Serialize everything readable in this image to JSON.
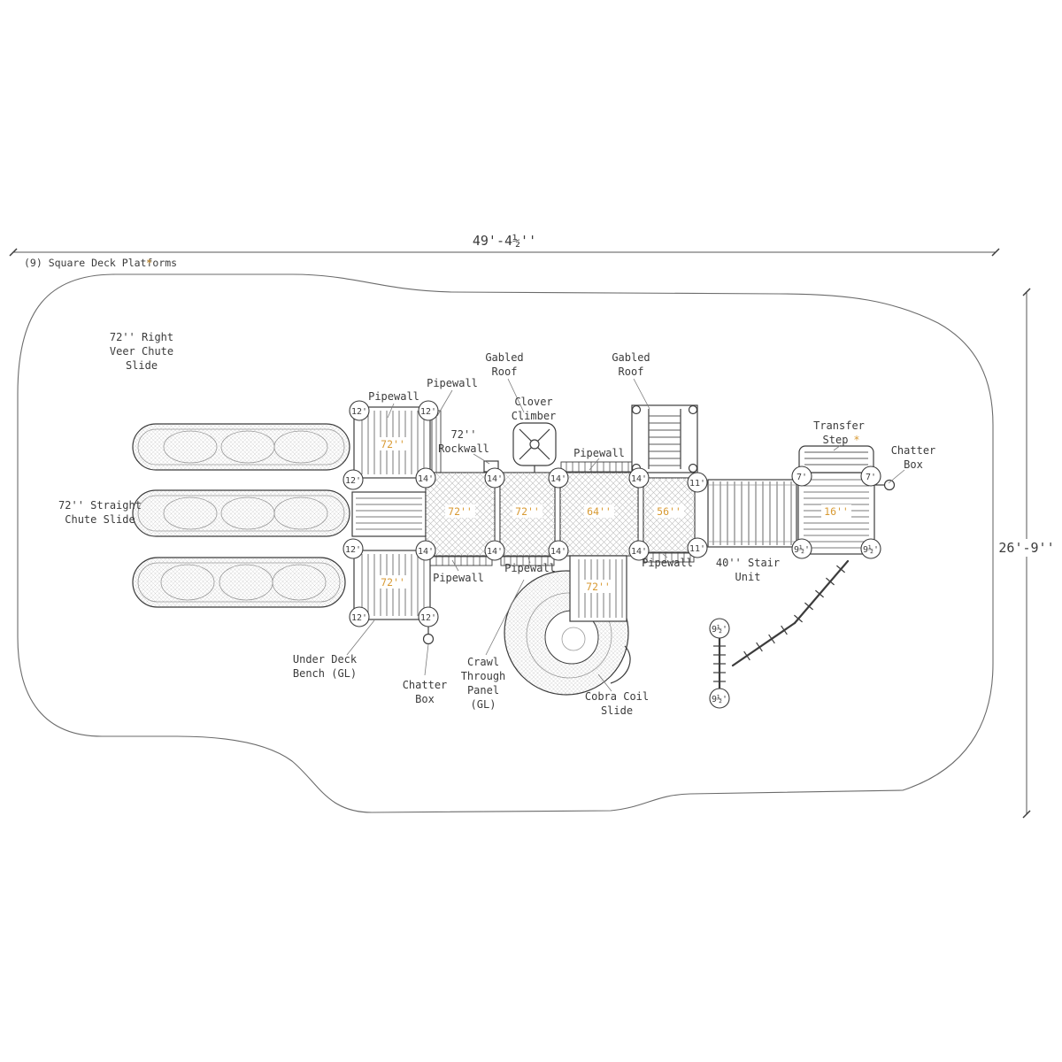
{
  "page": {
    "background": "#ffffff"
  },
  "colors": {
    "accent": "#D89A33",
    "line": "#3C3C3C"
  },
  "note": {
    "text": "(9) Square Deck Platforms",
    "star": "*"
  },
  "dims": {
    "width": "49'-4½''",
    "height": "26'-9''"
  },
  "labels": {
    "pipewall": "Pipewall",
    "right_veer": [
      "72'' Right",
      "Veer Chute",
      "Slide"
    ],
    "straight_chute": [
      "72'' Straight",
      "Chute Slide"
    ],
    "gabled_roof": [
      "Gabled",
      "Roof"
    ],
    "clover": [
      "Clover",
      "Climber"
    ],
    "rockwall": [
      "72''",
      "Rockwall"
    ],
    "transfer": [
      "Transfer",
      "Step"
    ],
    "transfer_star": "*",
    "chatter": [
      "Chatter",
      "Box"
    ],
    "stair": [
      "40'' Stair",
      "Unit"
    ],
    "under_deck": [
      "Under Deck",
      "Bench (GL)"
    ],
    "crawl": [
      "Crawl",
      "Through",
      "Panel",
      "(GL)"
    ],
    "cobra": [
      "Cobra Coil",
      "Slide"
    ]
  },
  "sizes": {
    "s72": "72''",
    "s64": "64''",
    "s56": "56''",
    "s16": "16''"
  },
  "badges": {
    "b12": "12'",
    "b14": "14'",
    "b11": "11'",
    "b7": "7'",
    "b9h": "9½'"
  }
}
